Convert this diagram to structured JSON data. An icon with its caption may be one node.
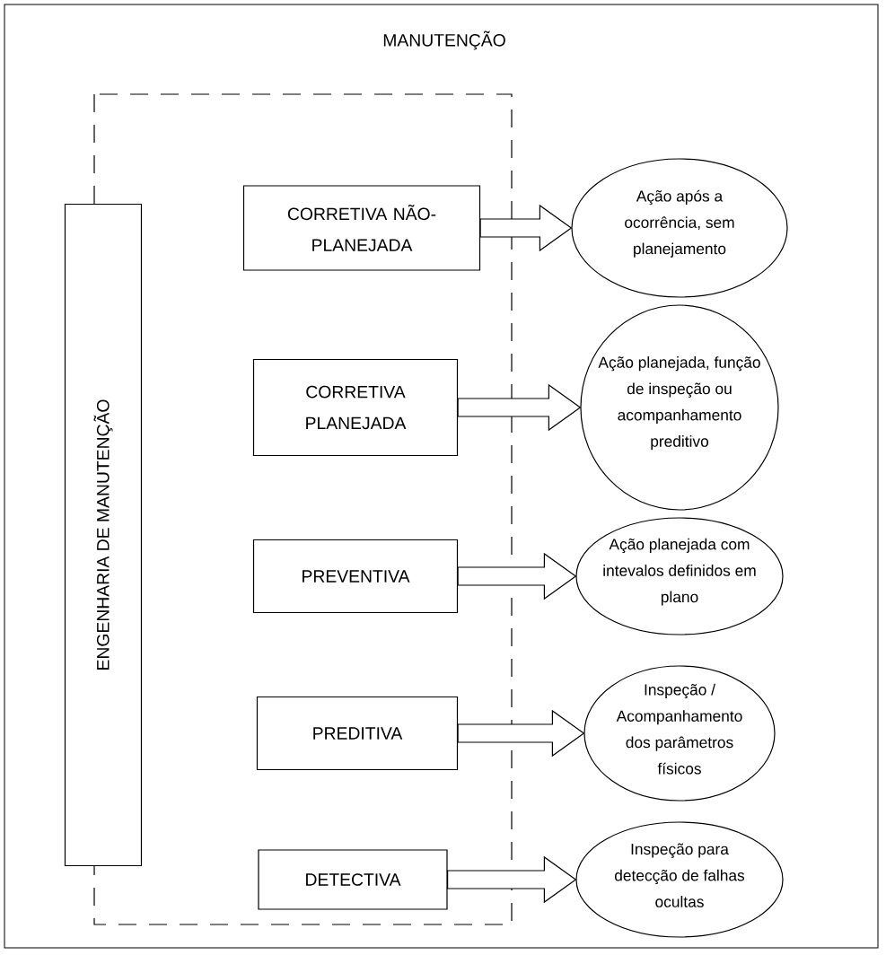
{
  "diagram": {
    "title": "MANUTENÇÃO",
    "nodes": [
      {
        "text": [
          "ENGENHARIA DE MANUTENÇÃO"
        ]
      },
      {
        "text": [
          "CORRETIVA NÃO-PLANEJADA"
        ]
      },
      {
        "text": [
          "CORRETIVA PLANEJADA"
        ]
      },
      {
        "text": [
          "PREVENTIVA"
        ]
      },
      {
        "text": [
          "PREDITIVA"
        ]
      },
      {
        "text": [
          "DETECTIVA"
        ]
      },
      {
        "text": [
          "Ação após a ocorrência, sem planejamento"
        ]
      },
      {
        "text": [
          "Ação planejada, função de inspeção ou acompanhamento preditivo"
        ]
      },
      {
        "text": [
          "Ação planejada com intevalos definidos em plano"
        ]
      },
      {
        "text": [
          "Inspeção / Acompanhamento dos parâmetros físicos"
        ]
      },
      {
        "text": [
          "Inspeção para detecção de falhas ocultas"
        ]
      }
    ],
    "edges": [
      {
        "from": 1,
        "to": 6,
        "arrow": "to"
      },
      {
        "from": 2,
        "to": 7,
        "arrow": "to"
      },
      {
        "from": 3,
        "to": 8,
        "arrow": "to"
      },
      {
        "from": 4,
        "to": 9,
        "arrow": "to"
      },
      {
        "from": 5,
        "to": 10,
        "arrow": "to"
      }
    ]
  }
}
